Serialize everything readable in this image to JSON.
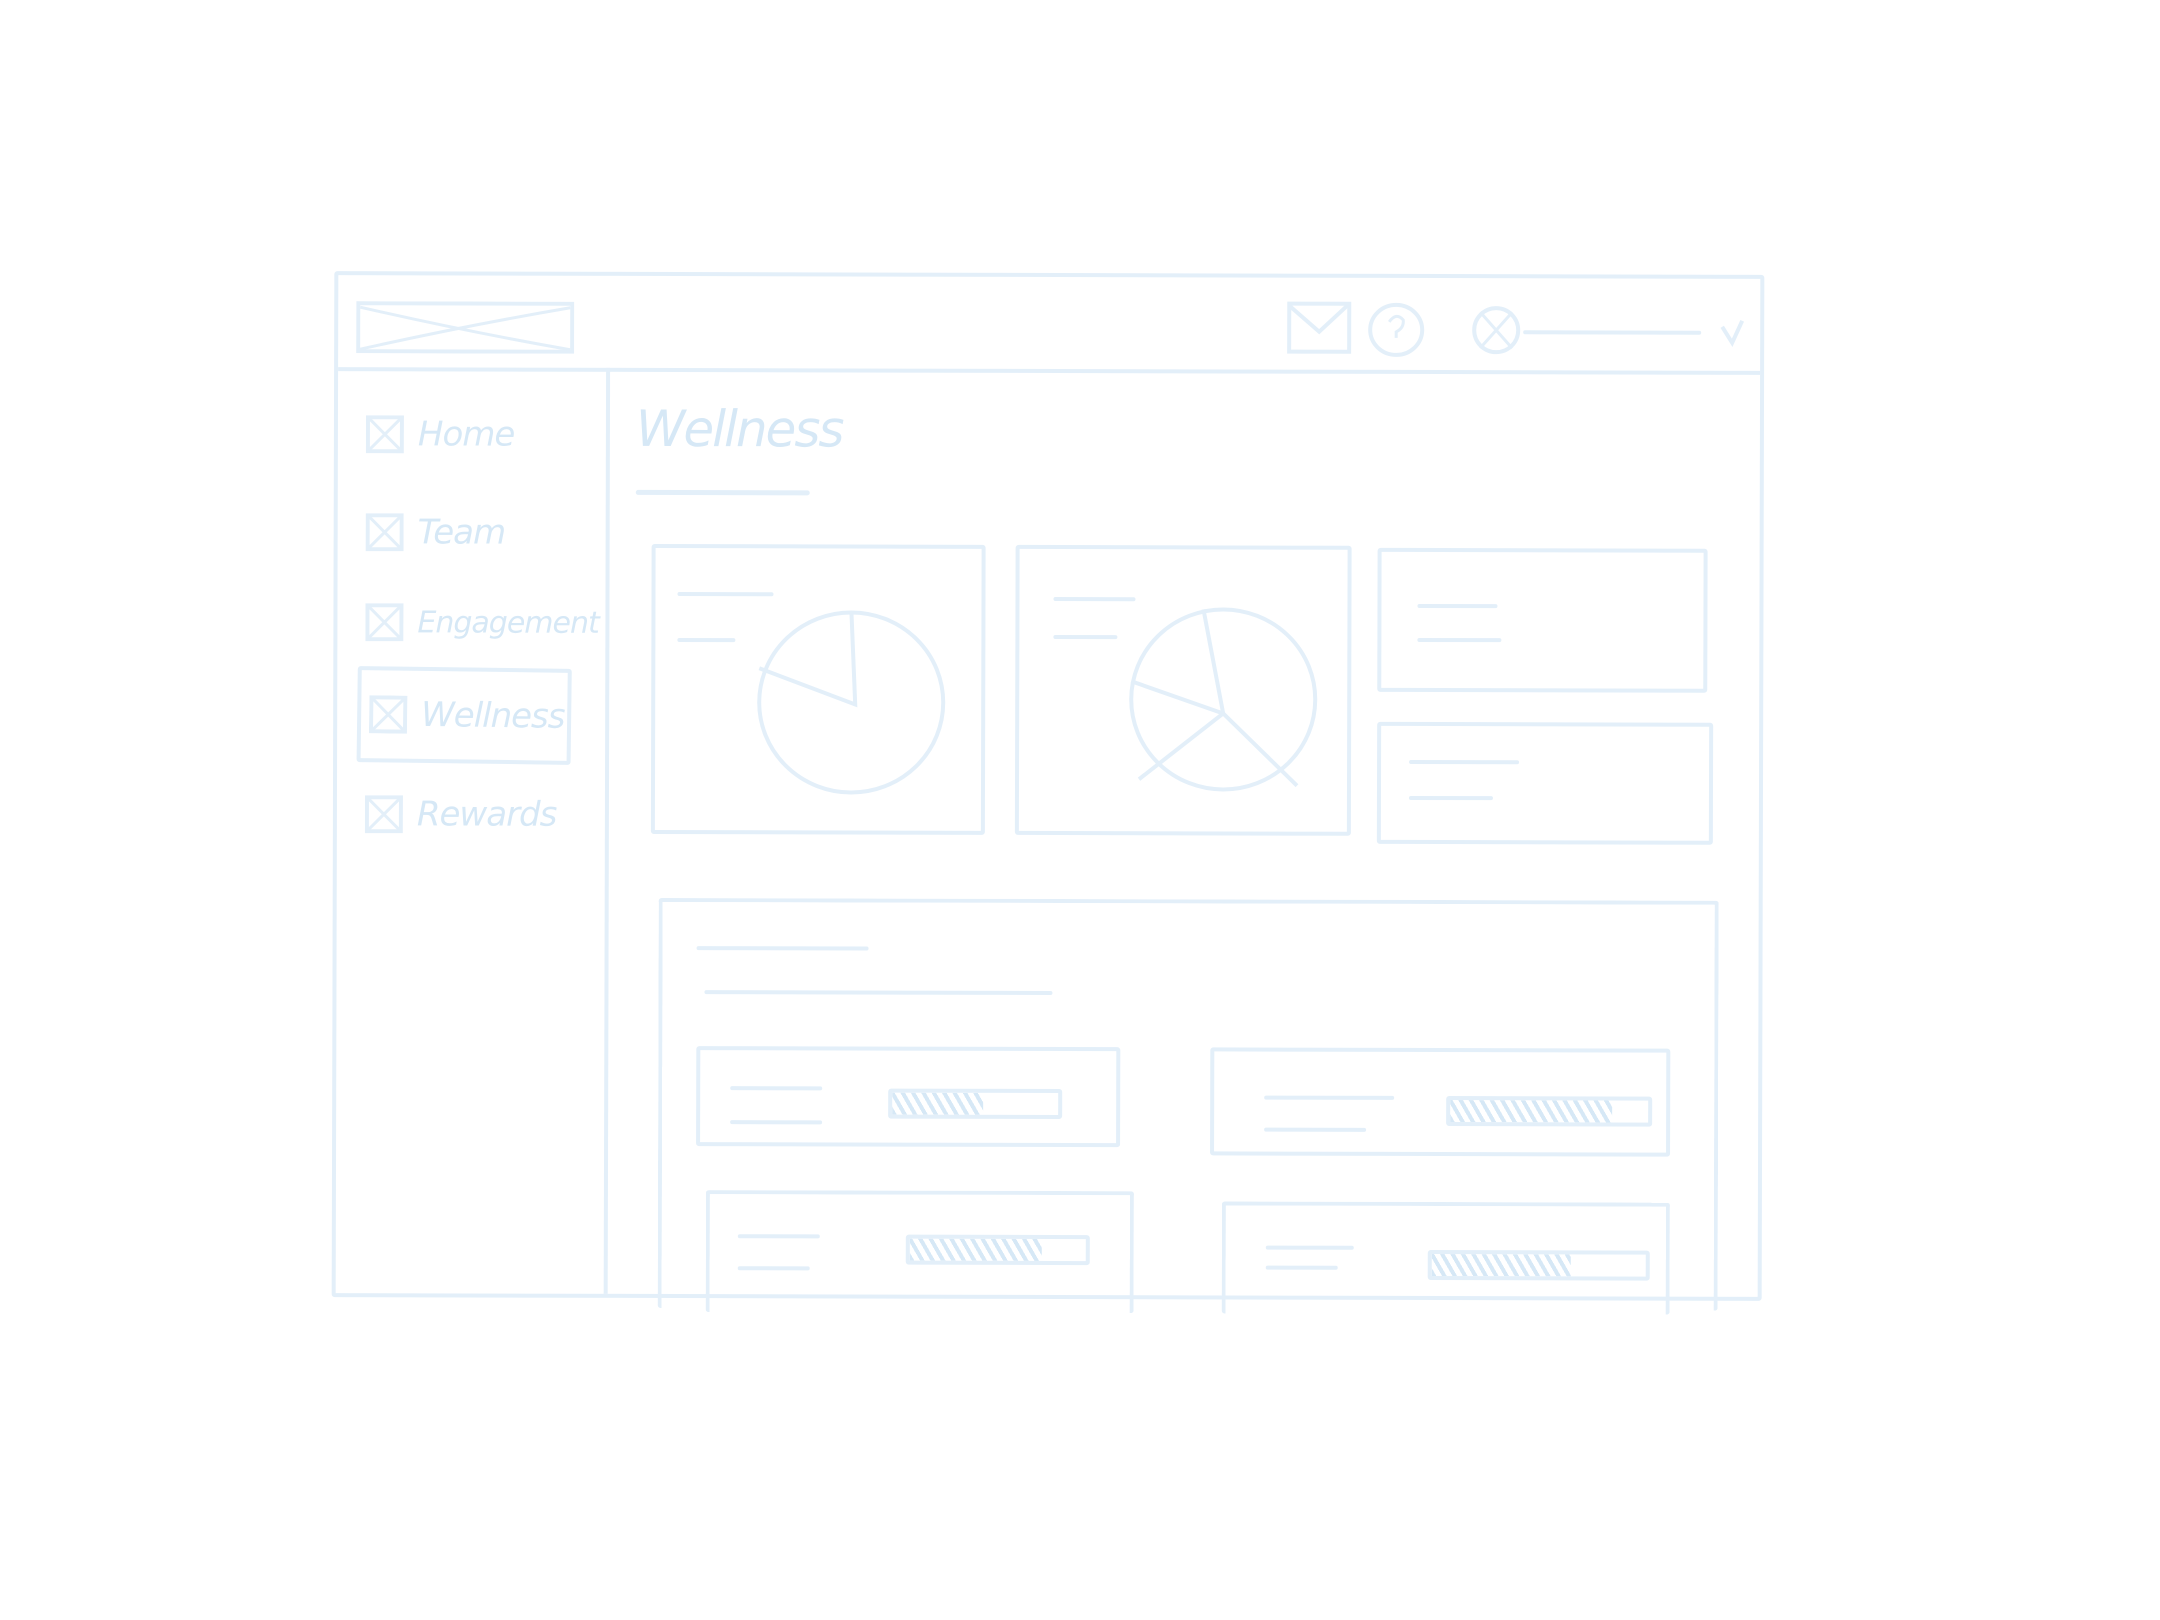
{
  "sidebar": {
    "items": [
      {
        "label": "Home",
        "icon": "image-placeholder-icon",
        "active": false
      },
      {
        "label": "Team",
        "icon": "image-placeholder-icon",
        "active": false
      },
      {
        "label": "Engagement",
        "icon": "image-placeholder-icon",
        "active": false
      },
      {
        "label": "Wellness",
        "icon": "image-placeholder-icon",
        "active": true
      },
      {
        "label": "Rewards",
        "icon": "image-placeholder-icon",
        "active": false
      }
    ]
  },
  "header": {
    "icons": [
      "logo-placeholder-icon",
      "mail-icon",
      "help-icon",
      "avatar-placeholder-icon",
      "chevron-down-icon"
    ]
  },
  "page": {
    "title": "Wellness"
  },
  "progress_rows": [
    {
      "fill": 0.55
    },
    {
      "fill": 0.82
    },
    {
      "fill": 0.75
    },
    {
      "fill": 0.65
    }
  ],
  "colors": {
    "sketch_line": "#e3eff9"
  }
}
